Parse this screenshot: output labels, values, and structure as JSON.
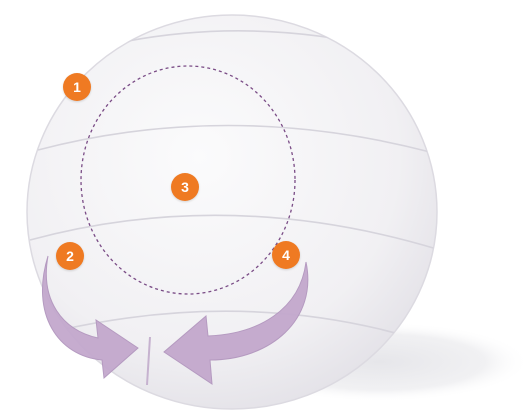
{
  "colors": {
    "marker_fill": "#ef7a22",
    "marker_text": "#ffffff",
    "lens_fill": "#f2f1f4",
    "lens_edge": "#e2e0e6",
    "arc_lines": "#d3d1d9",
    "dashed_zone": "#7a4c86",
    "arrow_fill": "#c3a8cd",
    "arrow_edge": "#b194bd",
    "shadow": "#e9e9ec"
  },
  "icons": {
    "left_arrow": "curved-arrow-right-icon",
    "right_arrow": "curved-arrow-left-icon"
  },
  "markers": [
    {
      "label": "1"
    },
    {
      "label": "2"
    },
    {
      "label": "3"
    },
    {
      "label": "4"
    }
  ]
}
